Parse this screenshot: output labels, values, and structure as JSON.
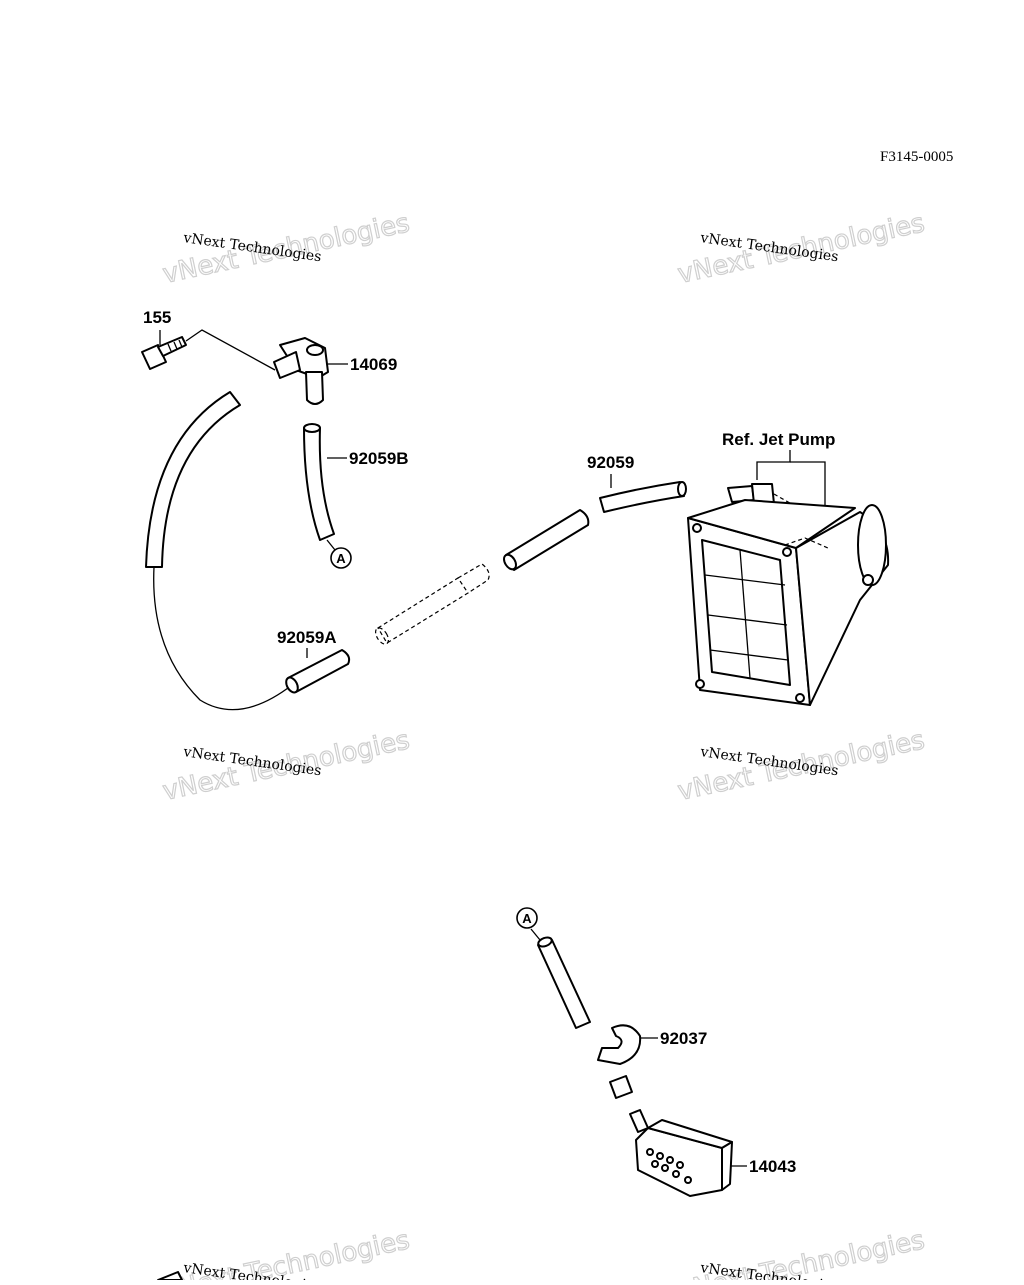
{
  "diagram": {
    "figure_code": "F3145-0005",
    "watermark": {
      "line1": "vNext Technologies",
      "line2": "vNext Technologies"
    },
    "parts": {
      "bolt": "155",
      "fitting_top": "14069",
      "hose_b": "92059B",
      "hose_a": "92059A",
      "hose": "92059",
      "ref_label": "Ref. Jet Pump",
      "clamp": "92037",
      "filter": "14043"
    },
    "connector_marker": "A"
  }
}
